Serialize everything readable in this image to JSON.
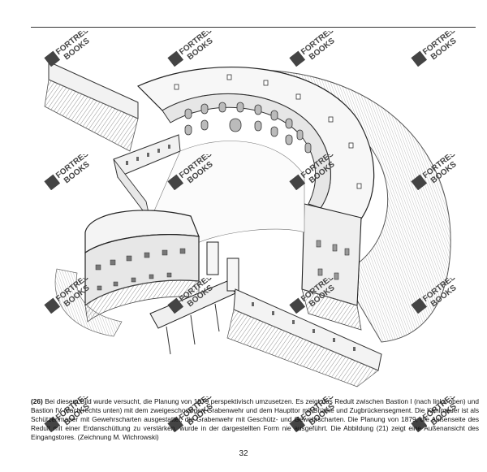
{
  "caption": {
    "ref": "(26)",
    "text": "Bei diesem Bild wurde versucht, die Planung von 1879 perspektivisch umzusetzen. Es zeigt das Redult zwischen Bastion I (nach links oben) und Bastion IV (nach rechts unten) mit dem zweigeschossigen Grabenwehr und dem Haupttor mit Brücke und Zugbrückensegment. Die Kehlmauer ist als Schützenmauer mit Gewehrscharten ausgestattet, die Grabenwehr mit Geschütz- und Gewehrscharten. Die Planung von 1879, die Außenseite des Redult mit einer Erdanschüttung zu verstärken, wurde in der dargestellten Form nie ausgeführt. Die Abbildung (21) zeigt eine Außenansicht des Eingangstores. (Zeichnung M. Wichrowski)"
  },
  "page_number": "32",
  "watermark": {
    "line1": "FORTRESS",
    "line2": "BOOKS"
  }
}
